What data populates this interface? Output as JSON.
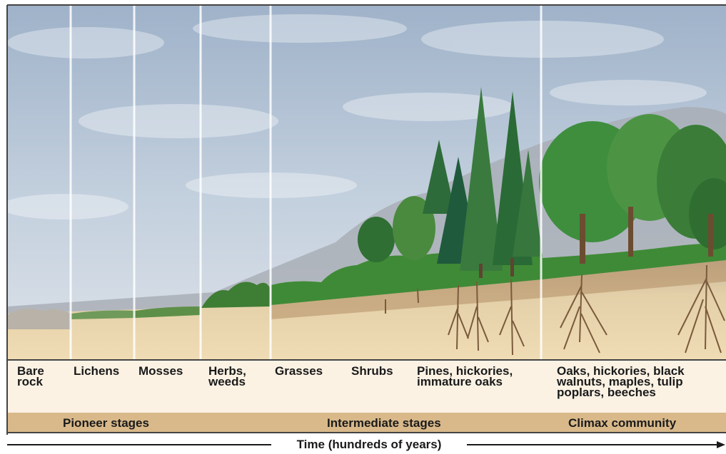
{
  "stages": [
    {
      "id": "bare-rock",
      "label": "Bare\nrock"
    },
    {
      "id": "lichens",
      "label": "Lichens"
    },
    {
      "id": "mosses",
      "label": "Mosses"
    },
    {
      "id": "herbs-weeds",
      "label": "Herbs,\nweeds"
    },
    {
      "id": "grasses",
      "label": "Grasses"
    },
    {
      "id": "shrubs",
      "label": "Shrubs"
    },
    {
      "id": "pines",
      "label": "Pines, hickories,\nimmature oaks"
    },
    {
      "id": "climax-trees",
      "label": "Oaks, hickories, black\nwalnuts, maples, tulip\npoplars, beeches"
    }
  ],
  "bands": {
    "pioneer": "Pioneer stages",
    "intermediate": "Intermediate stages",
    "climax": "Climax community"
  },
  "time_axis": {
    "label": "Time (hundreds of years)"
  },
  "colors": {
    "sky": "#b4c3d6",
    "soil": "#ead3a6",
    "band": "#d9b98a",
    "label_bg": "#fbf2e4",
    "grass": "#3e8a3a",
    "tree_dark": "#1f5a3c"
  }
}
